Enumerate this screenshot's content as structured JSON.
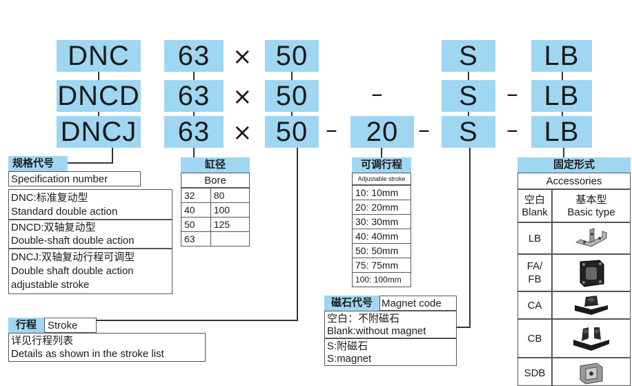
{
  "rows": [
    {
      "series": "DNC",
      "bore": "63",
      "times": "×",
      "stroke": "50",
      "adj": "",
      "dash1": "",
      "dash2": "",
      "magnet": "S",
      "dash3": "",
      "mount": "LB"
    },
    {
      "series": "DNCD",
      "bore": "63",
      "times": "×",
      "stroke": "50",
      "adj": "",
      "dash1": "",
      "dash2": "–",
      "magnet": "S",
      "dash3": "–",
      "mount": "LB"
    },
    {
      "series": "DNCJ",
      "bore": "63",
      "times": "×",
      "stroke": "50",
      "adj": "20",
      "dash1": "–",
      "dash2": "–",
      "magnet": "S",
      "dash3": "–",
      "mount": "LB"
    }
  ],
  "spec": {
    "title_cn": "规格代号",
    "title_en": "Specification number",
    "items": [
      {
        "line1": "DNC:标准复动型",
        "line2": "Standard double action"
      },
      {
        "line1": "DNCD:双轴复动型",
        "line2": "Double-shaft double action"
      },
      {
        "line1": "DNCJ:双轴复动行程可调型",
        "line2": "Double shaft double action",
        "line3": "adjustable stroke"
      }
    ]
  },
  "bore": {
    "title_cn": "缸径",
    "title_en": "Bore",
    "rows": [
      [
        "32",
        "80"
      ],
      [
        "40",
        "100"
      ],
      [
        "50",
        "125"
      ],
      [
        "63",
        ""
      ]
    ]
  },
  "adjustable": {
    "title_cn": "可调行程",
    "title_en": "Adjustable stroke",
    "items": [
      "10: 10mm",
      "20: 20mm",
      "30: 30mm",
      "40: 40mm",
      "50: 50mm",
      "75: 75mm",
      "100: 100mm"
    ]
  },
  "stroke": {
    "title_cn": "行程",
    "title_en": "Stroke",
    "line1": "详见行程列表",
    "line2": "Details as shown in the stroke list"
  },
  "magnet": {
    "title_cn": "磁石代号",
    "title_en": "Magnet code",
    "line1": "空白：不附磁石",
    "line2": "Blank:without magnet",
    "line3": "S:附磁石",
    "line4": "S:magnet"
  },
  "mount": {
    "title_cn": "固定形式",
    "title_en": "Accessories",
    "blank_cn": "空白",
    "blank_en": "Blank",
    "basic_cn": "基本型",
    "basic_en": "Basic type",
    "items": [
      {
        "code": "LB",
        "icon": "lb-bracket-icon"
      },
      {
        "code": "FA/\nFB",
        "code1": "FA/",
        "code2": "FB",
        "icon": "flange-icon"
      },
      {
        "code": "CA",
        "icon": "clevis-single-icon"
      },
      {
        "code": "CB",
        "icon": "clevis-double-icon"
      },
      {
        "code": "SDB",
        "icon": "swivel-bracket-icon"
      }
    ]
  },
  "colors": {
    "accent": "#9fd6f1"
  }
}
